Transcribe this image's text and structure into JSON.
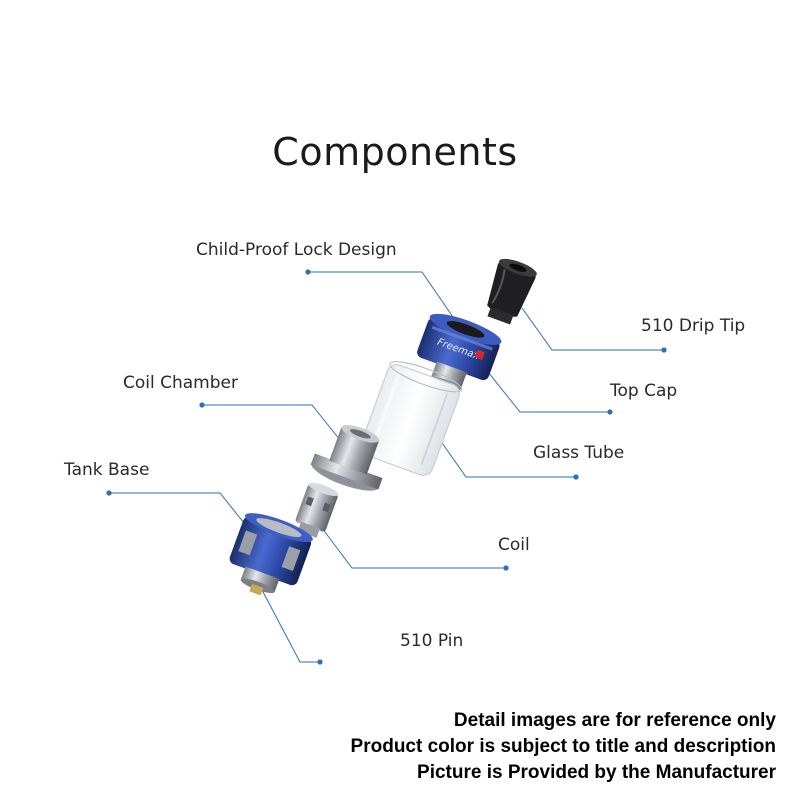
{
  "title": "Components",
  "labels": {
    "child_proof_lock": "Child-Proof Lock Design",
    "drip_tip": "510 Drip Tip",
    "top_cap": "Top Cap",
    "coil_chamber": "Coil Chamber",
    "glass_tube": "Glass Tube",
    "tank_base": "Tank Base",
    "coil": "Coil",
    "pin": "510 Pin"
  },
  "logo_text": "Freemax",
  "disclaimer": [
    "Detail images are for reference only",
    "Product color is subject to title and description",
    "Picture is Provided by the Manufacturer"
  ],
  "colors": {
    "accent_blue": "#2f6fb3",
    "metal_blue": "#2b4aa0",
    "steel": "#b8bcc2"
  }
}
